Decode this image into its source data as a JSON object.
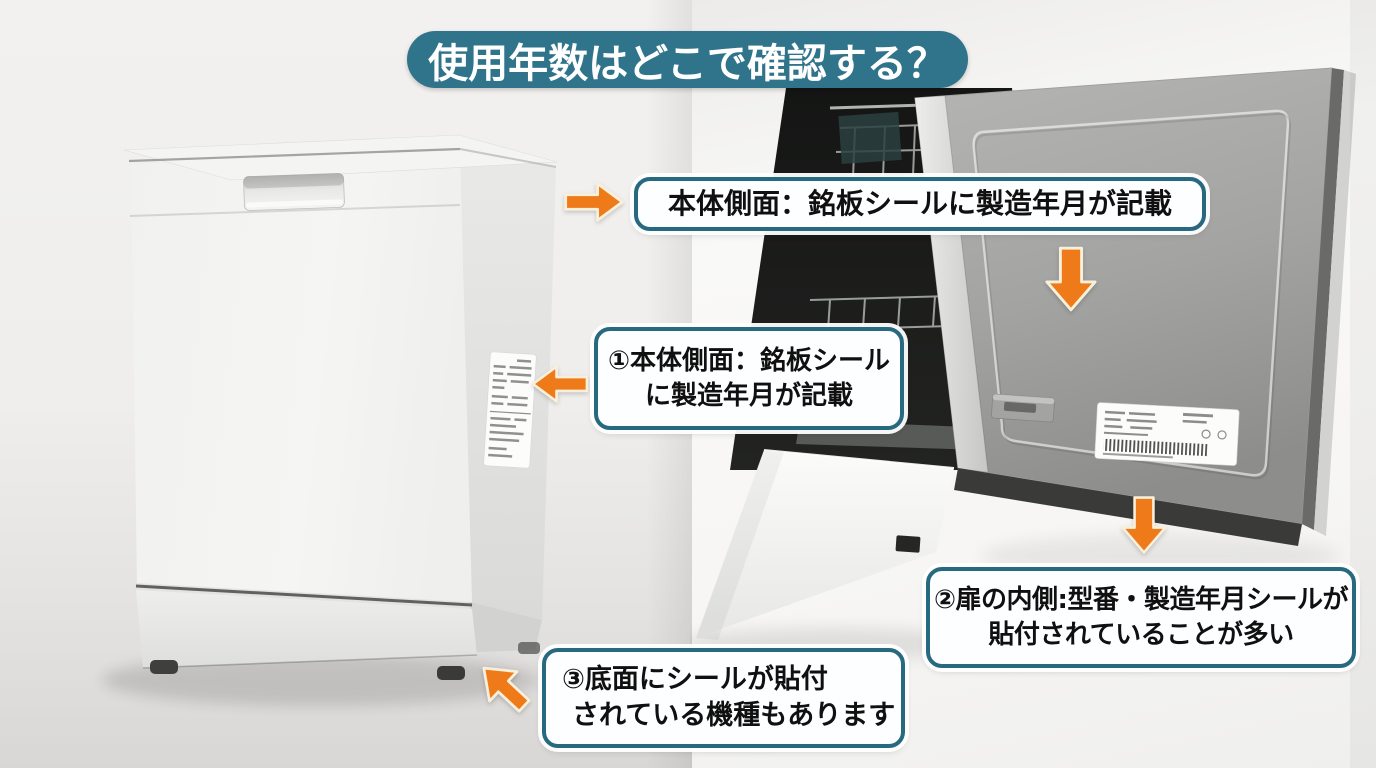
{
  "title": "使用年数はどこで確認する？",
  "callouts": {
    "side_top": "本体側面：銘板シールに製造年月が記載",
    "side_plate": {
      "line1": "①本体側面：銘板シール",
      "line2": "に製造年月が記載"
    },
    "door_inner": {
      "line1": "②扉の内側:型番・製造年月シールが",
      "line2": "貼付されていることが多い"
    },
    "bottom_seal": {
      "line1": "③底面にシールが貼付",
      "line2": "されている機種もあります"
    }
  },
  "arrows": [
    {
      "name": "arrow-right-icon",
      "direction": "right"
    },
    {
      "name": "arrow-down-icon",
      "direction": "down"
    },
    {
      "name": "arrow-left-icon",
      "direction": "left"
    },
    {
      "name": "arrow-down-icon-2",
      "direction": "down"
    },
    {
      "name": "arrow-up-left-icon",
      "direction": "up-left"
    }
  ],
  "colors": {
    "teal": "#30748b",
    "teal_border": "#276a80",
    "orange": "#ef7a19",
    "cream": "#f8f0da",
    "ink": "#101010",
    "box_bg": "#fdfeff"
  }
}
